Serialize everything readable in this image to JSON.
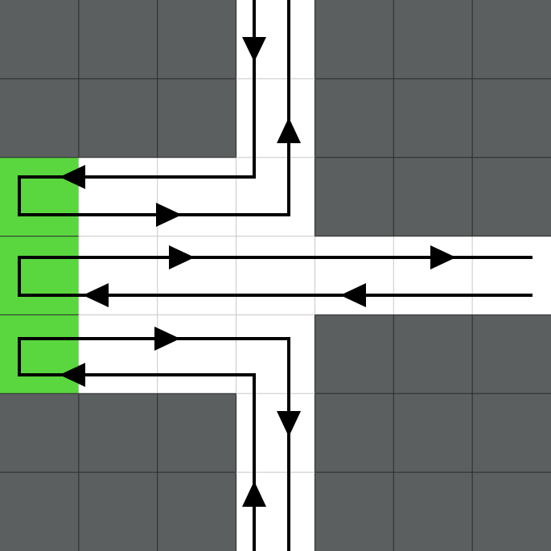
{
  "grid": {
    "rows": 7,
    "cols": 7,
    "cells": [
      [
        "wall",
        "wall",
        "wall",
        "road",
        "wall",
        "wall",
        "wall"
      ],
      [
        "wall",
        "wall",
        "wall",
        "road",
        "wall",
        "wall",
        "wall"
      ],
      [
        "goal",
        "road",
        "road",
        "road",
        "wall",
        "wall",
        "wall"
      ],
      [
        "goal",
        "road",
        "road",
        "road",
        "road",
        "road",
        "road"
      ],
      [
        "goal",
        "road",
        "road",
        "road",
        "wall",
        "wall",
        "wall"
      ],
      [
        "wall",
        "wall",
        "wall",
        "road",
        "wall",
        "wall",
        "wall"
      ],
      [
        "wall",
        "wall",
        "wall",
        "road",
        "wall",
        "wall",
        "wall"
      ]
    ]
  },
  "colors": {
    "wall": "#5b5f5f",
    "road": "#ffffff",
    "goal": "#5ad63f",
    "grid_line": "#2b2b2b",
    "road_grid_line": "#c8c8c8",
    "path": "#000000"
  },
  "paths": [
    {
      "id": "top-lane",
      "description_none": ""
    },
    {
      "id": "right-lane"
    },
    {
      "id": "bottom-lane"
    }
  ]
}
